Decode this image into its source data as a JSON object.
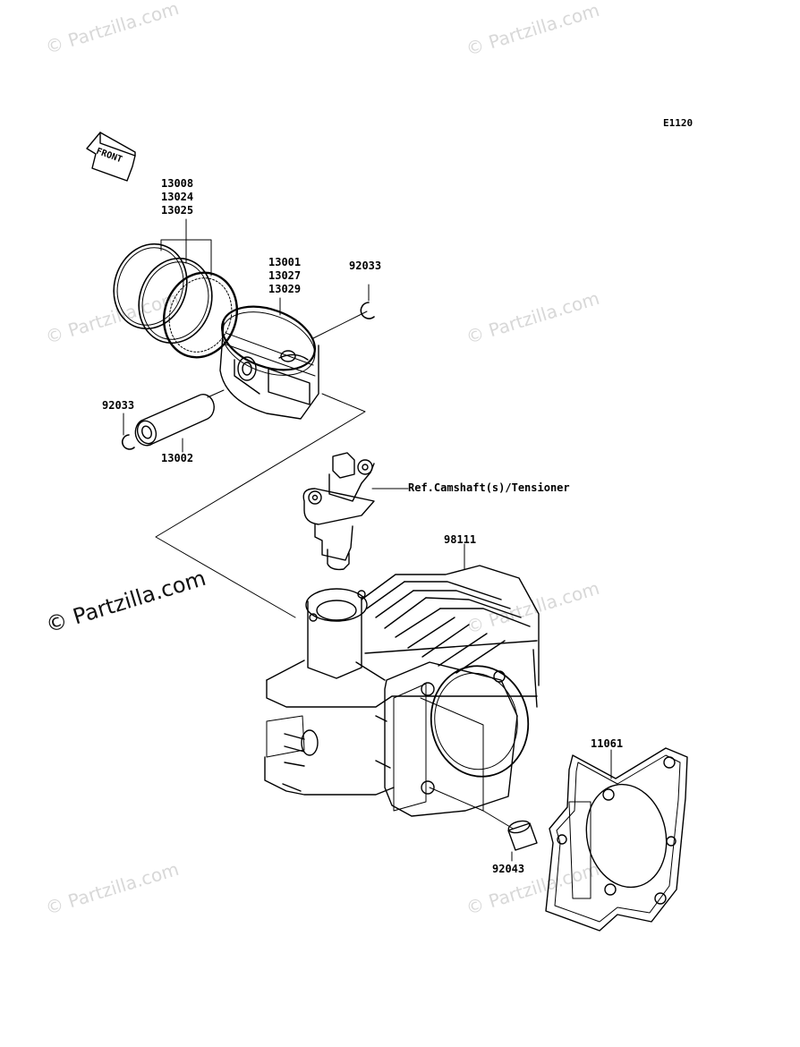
{
  "watermark": "© Partzilla.com",
  "diagram_code": "E1120",
  "front_label": "FRONT",
  "labels": {
    "rings": [
      "13008",
      "13024",
      "13025"
    ],
    "piston": [
      "13001",
      "13027",
      "13029"
    ],
    "circlip_right": "92033",
    "circlip_left": "92033",
    "piston_pin": "13002",
    "ref_tensioner": "Ref.Camshaft(s)/Tensioner",
    "cylinder": "98111",
    "gasket": "11061",
    "dowel": "92043"
  }
}
